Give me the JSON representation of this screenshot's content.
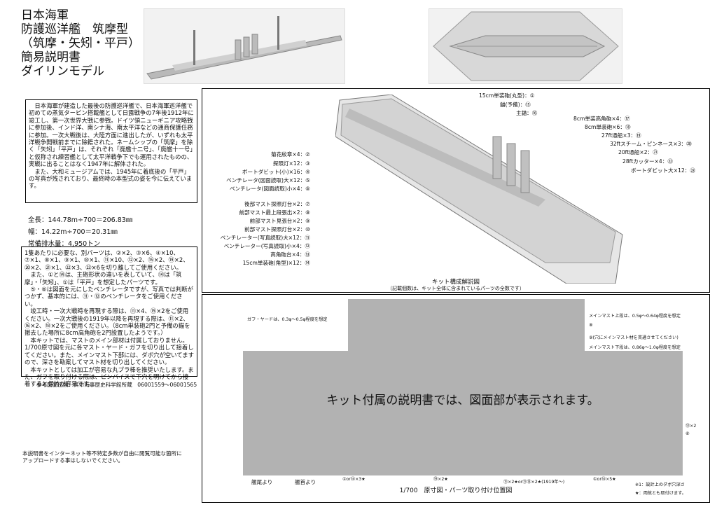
{
  "title": {
    "line1": "日本海軍",
    "line2": "防護巡洋艦　筑摩型",
    "line3": "（筑摩・矢矧・平戸）",
    "line4": "簡易説明書",
    "line5": "ダイリンモデル"
  },
  "history": [
    "　日本海軍が建造した最後の防護巡洋艦で、日本海軍巡洋艦で初めての蒸気タービン搭載艦として日露戦争の7年後1912年に竣工し、第一次世界大戦に参戦。ドイツ領ニューギニア攻略戦に参加後、インド洋、南シナ海、南太平洋などの通商保護任務に参加。一次大戦後は、大陸方面に進出したが、いずれも太平洋戦争開戦前までに除籍された。ネームシップの「筑摩」を除く「矢矧」「平戸」は、それぞれ「廃艦十二号」、「廃艦十一号」と仮称され練習艦として太平洋戦争下でも運用されたものの、実戦に出ることはなく1947年に解体された。",
    "　また、大和ミュージアムでは、1945年に着底後の「平戸」の写真が残されており、最終時の本型式の姿を今に伝えています。"
  ],
  "specs": {
    "length": "全長：144.78m÷700＝206.83㎜",
    "beam": "幅：14.22m÷700＝20.31㎜",
    "displacement": "常備排水量：4,950トン"
  },
  "notes": [
    "1隻あたりに必要な、別パーツは、②×2、③×6、④×10、⑦×1、⑧×1、⑨×1、⑩×1、⑪×10、⑫×2、⑮×2、⑲×2、⑳×2、㉑×1、㉒×3、㉓×6を切り離してご使用ください。",
    "　また、①と⑭は、主砲形状の違いを表していて、⑭は「筑摩」・「矢矧」、①は「平戸」を想定したパーツです。",
    "　⑤・⑥は図面を元にしたベンチレータですが、写真では判断がつかず、基本的には、⑪・⑫のベンチレータをご使用ください。",
    "　竣工時・一次大戦時を再現する際は、⑪×4、⑮×2をご使用ください。一次大戦後の1919年以降を再現する際は、⑪×2、⑯×2、⑱×2をご使用ください。（8cm単装砲2門と予備の錨を撤去した場所に8cm高角砲を2門設置したようです。）",
    "　本キットでは、マストのメイン部材は付属しておりません。1/700原寸図を元に各マスト・ヤード・ガフを切り出して接着してください。また、メインマスト下部には、ダボ穴が空いてますので、深さを勘案してマスト材を切り出してください。",
    "　本キットとしては加工が容易な丸プラ棒を推奨いたします。また、ガフを取り付ける際は、ピンバイスで下穴を明けてから接着すると保持が容易です。"
  ],
  "source": "参考図面出展：呉市海事歴史科学館所蔵　06001559～06001565",
  "copyright": "本説明書をインターネット等不特定多数が自由に閲覧可能な箇所にアップロードする事はしないでください。",
  "kit": {
    "caption": "キット構成解説図",
    "subcaption": "（記載個数は、キット全体に含まれているパーツの全数です）",
    "labels_left": [
      "菊花紋章×4：②",
      "探照灯×12：③",
      "ボートダビット(小)×16：④",
      "ベンチレータ(図面読取)大×12：⑤",
      "ベンチレータ(図面読取)小×4：⑥",
      "後部マスト探照灯台×2：⑦",
      "前部マスト最上段張出×2：⑧",
      "前部マスト見張台×2：⑨",
      "前部マスト探照灯台×2：⑩",
      "ベンチレーター(写真読取)大×12：⑪",
      "ベンチレーター(写真読取)小×4：⑫",
      "高角砲台×4：⑬",
      "15cm単装砲(角型)×12：⑭"
    ],
    "labels_top": [
      "15cm単装砲(丸型)：①",
      "錨(予備)：⑮",
      "主錨：⑯"
    ],
    "labels_right": [
      "8cm単装高角砲×4：⑰",
      "8cm単装砲×6：⑱",
      "27ft通船×3：⑲",
      "32ftスチーム・ピンネース×3：⑳",
      "20ft通船×2：㉑",
      "28ftカッター×4：㉒",
      "ボートダビット大×12：㉓"
    ]
  },
  "plan": {
    "caption": "1/700　原寸図・パーツ取り付け位置図",
    "notice": "キット付属の説明書では、図面部が表示されます。",
    "ann_gaff": "ガフ・ヤードは、0.3φ～0.5φ程度を想定",
    "ann_main1": "メインマスト上段は、0.5φ～0.64φ程度を想定",
    "ann_ref8": "⑧",
    "ann_ref9": "⑨(穴にメインマスト材を貫通させてください)",
    "ann_main2": "メインマスト下段は、0.86φ～1.0φ程度を想定",
    "ann_side": "⑫×2",
    "ann_side2": "⑥",
    "stern": "艦尾より",
    "bow": "艦首より",
    "ann_b1": "①or⑭×3★",
    "ann_b2": "⑲×2★",
    "ann_b3": "⑪×2★or⑪⑬×2★(1919年～)",
    "ann_b4": "①or⑭×5★",
    "foot1": "※1：設計上のダボ穴深さ",
    "foot2": "★：両舷とも取付けます。"
  }
}
